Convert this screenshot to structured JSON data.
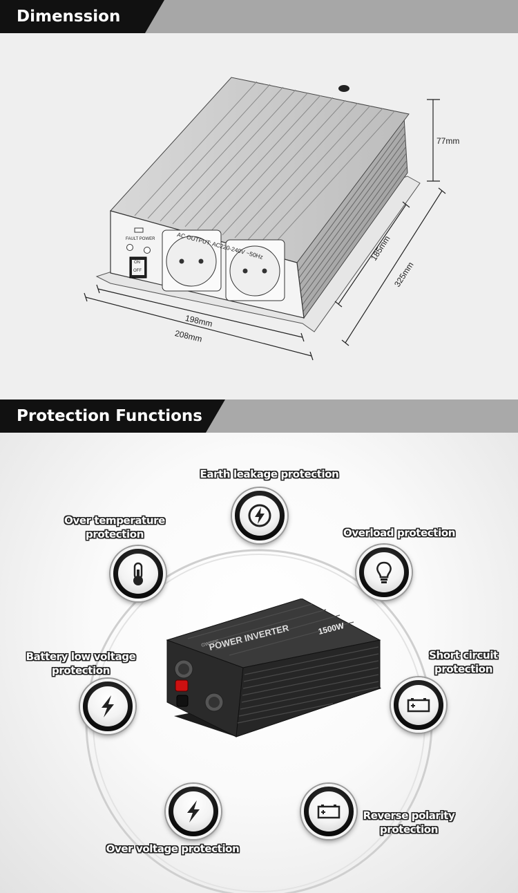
{
  "dimension_section": {
    "title": "Dimenssion",
    "device_labels": {
      "ac_output": "AC OUTPUT: AC220-240V ~50Hz",
      "fault_power": "FAULT POWER",
      "switch_on": "ON",
      "switch_off": "OFF"
    },
    "measurements": {
      "height": "77mm",
      "inner_depth": "185mm",
      "outer_depth": "325mm",
      "inner_width": "198mm",
      "outer_width": "208mm"
    }
  },
  "protection_section": {
    "title": "Protection Functions",
    "product": {
      "name": "POWER INVERTER",
      "rating": "1500W",
      "brand": "GWSPE"
    },
    "functions": [
      {
        "label": "Earth leakage protection",
        "icon": "earth-leakage-icon"
      },
      {
        "label": "Overload protection",
        "icon": "lightbulb-icon"
      },
      {
        "label": "Short circuit\nprotection",
        "icon": "battery-icon"
      },
      {
        "label": "Reverse polarity\nprotection",
        "icon": "battery-icon"
      },
      {
        "label": "Over voltage protection",
        "icon": "lightning-icon"
      },
      {
        "label": "Battery low voltage\nprotection",
        "icon": "lightning-icon"
      },
      {
        "label": "Over temperature\nprotection",
        "icon": "thermometer-icon"
      }
    ]
  }
}
